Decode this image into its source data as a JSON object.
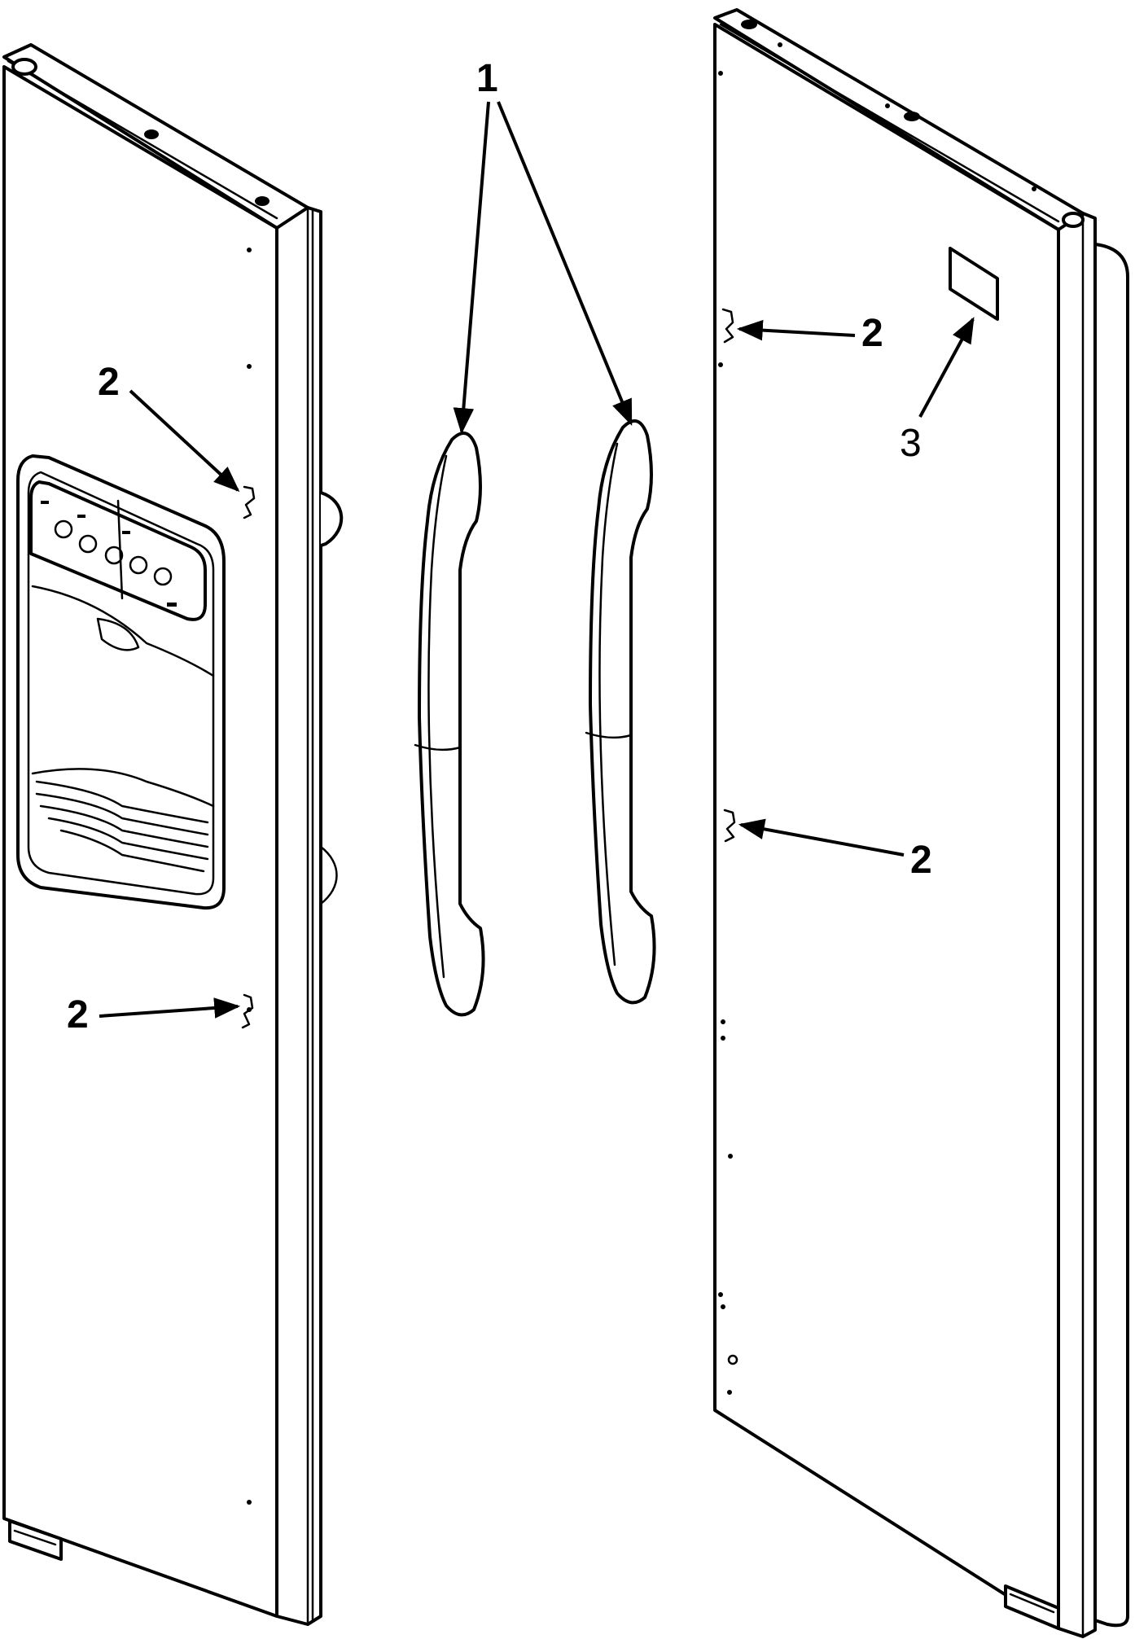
{
  "diagram": {
    "callouts": [
      {
        "id": "handles",
        "label": "1"
      },
      {
        "id": "left-upper-fastener",
        "label": "2"
      },
      {
        "id": "left-lower-fastener",
        "label": "2"
      },
      {
        "id": "right-upper-fastener",
        "label": "2"
      },
      {
        "id": "right-lower-fastener",
        "label": "2"
      },
      {
        "id": "label-plate",
        "label": "3"
      }
    ]
  }
}
